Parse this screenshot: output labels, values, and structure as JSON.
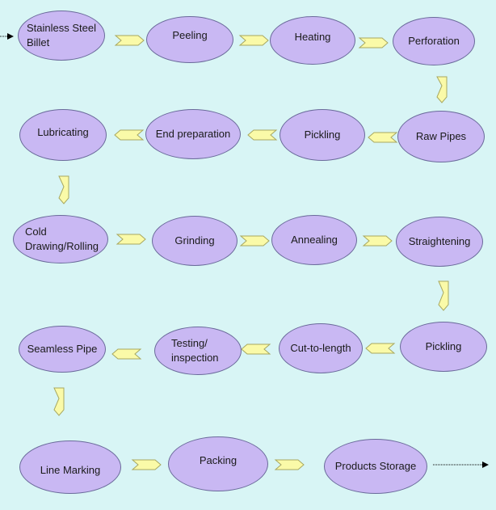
{
  "steps": [
    {
      "id": "billet",
      "label": "Stainless Steel\nBillet"
    },
    {
      "id": "peeling",
      "label": "Peeling"
    },
    {
      "id": "heating",
      "label": "Heating"
    },
    {
      "id": "perforation",
      "label": "Perforation"
    },
    {
      "id": "raw_pipes",
      "label": "Raw Pipes"
    },
    {
      "id": "pickling_1",
      "label": "Pickling"
    },
    {
      "id": "end_preparation",
      "label": "End preparation"
    },
    {
      "id": "lubricating",
      "label": "Lubricating"
    },
    {
      "id": "cold_drawing",
      "label": "Cold\nDrawing/Rolling"
    },
    {
      "id": "grinding",
      "label": "Grinding"
    },
    {
      "id": "annealing",
      "label": "Annealing"
    },
    {
      "id": "straightening",
      "label": "Straightening"
    },
    {
      "id": "pickling_2",
      "label": "Pickling"
    },
    {
      "id": "cut_to_length",
      "label": "Cut-to-length"
    },
    {
      "id": "testing",
      "label": "Testing/\ninspection"
    },
    {
      "id": "seamless_pipe",
      "label": "Seamless Pipe"
    },
    {
      "id": "line_marking",
      "label": "Line Marking"
    },
    {
      "id": "packing",
      "label": "Packing"
    },
    {
      "id": "products_storage",
      "label": "Products Storage"
    }
  ],
  "flow": [
    [
      "billet",
      "peeling"
    ],
    [
      "peeling",
      "heating"
    ],
    [
      "heating",
      "perforation"
    ],
    [
      "perforation",
      "raw_pipes"
    ],
    [
      "raw_pipes",
      "pickling_1"
    ],
    [
      "pickling_1",
      "end_preparation"
    ],
    [
      "end_preparation",
      "lubricating"
    ],
    [
      "lubricating",
      "cold_drawing"
    ],
    [
      "cold_drawing",
      "grinding"
    ],
    [
      "grinding",
      "annealing"
    ],
    [
      "annealing",
      "straightening"
    ],
    [
      "straightening",
      "pickling_2"
    ],
    [
      "pickling_2",
      "cut_to_length"
    ],
    [
      "cut_to_length",
      "testing"
    ],
    [
      "testing",
      "seamless_pipe"
    ],
    [
      "seamless_pipe",
      "line_marking"
    ],
    [
      "line_marking",
      "packing"
    ],
    [
      "packing",
      "products_storage"
    ]
  ],
  "colors": {
    "background": "#d8f5f5",
    "node_fill": "#c9b8f3",
    "node_border": "#6a6a9a",
    "arrow_fill": "#fafaa8",
    "arrow_border": "#a8a860"
  }
}
